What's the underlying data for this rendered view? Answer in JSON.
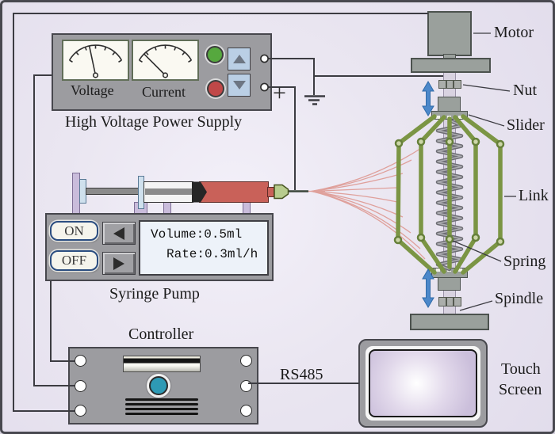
{
  "power_supply": {
    "title": "High Voltage Power Supply",
    "voltage_meter_label": "Voltage",
    "current_meter_label": "Current",
    "plus_terminal": "+"
  },
  "syringe_pump": {
    "title": "Syringe Pump",
    "on_button": "ON",
    "off_button": "OFF",
    "display_line1": "Volume:0.5ml",
    "display_line2": "Rate:0.3ml/h"
  },
  "controller": {
    "title": "Controller"
  },
  "connection": {
    "bus_label": "RS485"
  },
  "touch_screen": {
    "line1": "Touch",
    "line2": "Screen"
  },
  "mechanism": {
    "motor": "Motor",
    "nut": "Nut",
    "slider": "Slider",
    "link": "Link",
    "spring": "Spring",
    "spindle": "Spindle"
  },
  "colors": {
    "background": "#eae6f1",
    "frame_border": "#48484f",
    "panel_gray": "#9c9ca0",
    "link_green": "#7b9544",
    "arrow_blue": "#4c88ca",
    "fiber_pink": "#dfa09b",
    "liquid_red": "#c96159",
    "display_bg": "#edf2f9",
    "power_button_green": "#56a83e",
    "power_button_red": "#c04848",
    "teal_button": "#2e9ab5",
    "wire": "#3c3c42"
  }
}
